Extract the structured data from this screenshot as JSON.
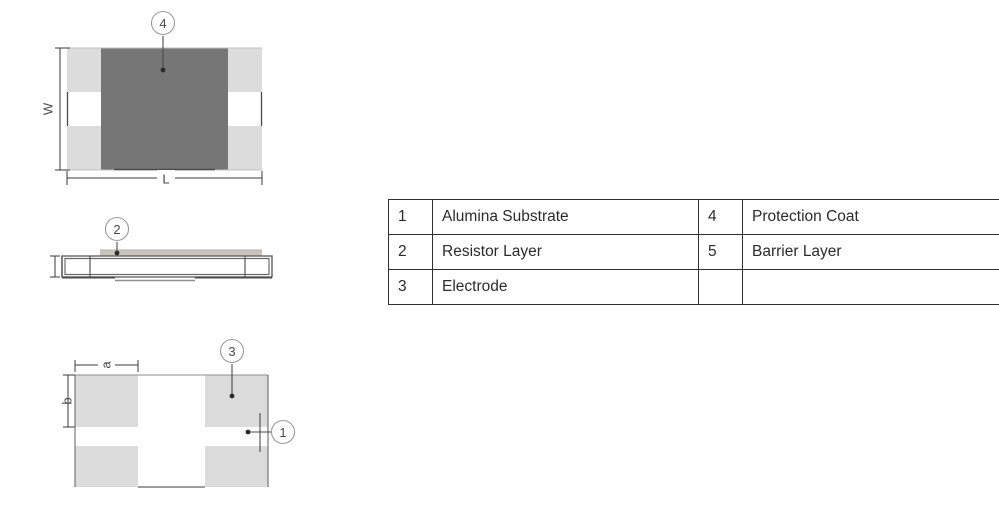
{
  "figure": {
    "title": "",
    "views": {
      "top_view": {
        "callout": "4",
        "callout_meaning": "Protection Coat",
        "dimension_width_label": "W",
        "dimension_length_label": "L"
      },
      "side_view": {
        "callout": "2",
        "callout_meaning": "Resistor Layer"
      },
      "bottom_view": {
        "callout_electrode": "3",
        "callout_electrode_meaning": "Electrode",
        "callout_substrate": "1",
        "callout_substrate_meaning": "Alumina Substrate",
        "dimension_a_label": "a",
        "dimension_b_label": "b"
      }
    }
  },
  "legend": {
    "rows": [
      {
        "num_left": "1",
        "label_left": "Alumina Substrate",
        "num_right": "4",
        "label_right": "Protection Coat"
      },
      {
        "num_left": "2",
        "label_left": "Resistor Layer",
        "num_right": "5",
        "label_right": "Barrier Layer"
      },
      {
        "num_left": "3",
        "label_left": "Electrode",
        "num_right": "",
        "label_right": ""
      }
    ]
  },
  "colors": {
    "protection_coat": "#767676",
    "electrode_pad": "#d8d8d8",
    "electrode_pad_bottom": "#dcdcdc",
    "resistor_layer": "#c9c5bd",
    "outline": "#6b6b6b",
    "table_border": "#2f2f2f",
    "text": "#2b2b2b",
    "leader": "#4a4a4a",
    "bubble_stroke": "#9a9a9a",
    "background": "#ffffff"
  }
}
